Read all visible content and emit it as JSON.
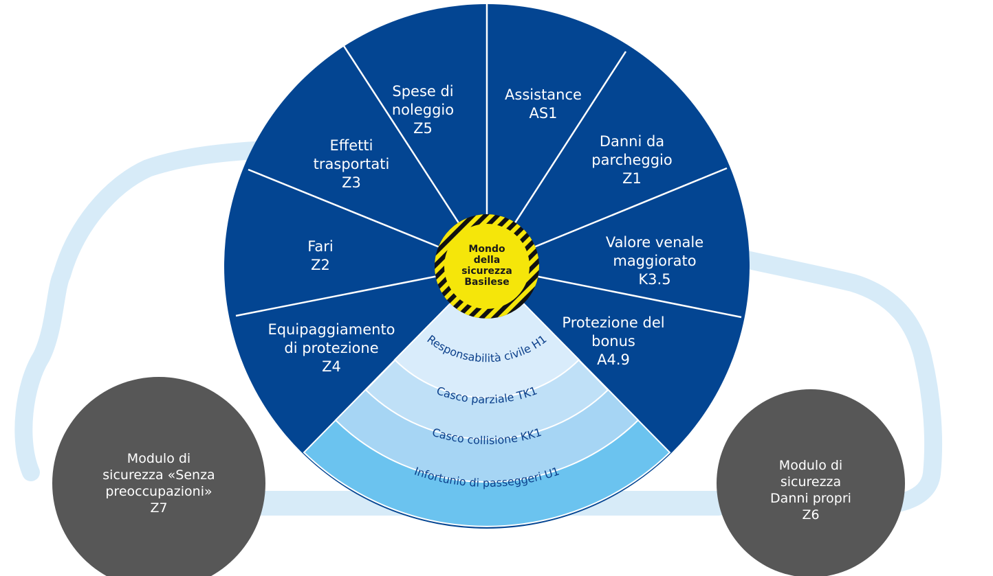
{
  "colors": {
    "segment": "#034592",
    "ring_1": "#d9ecfb",
    "ring_2": "#bfe0f7",
    "ring_3": "#a6d5f4",
    "ring_4": "#6bc3ef",
    "ring_text": "#0b3f8a",
    "car_outline": "#d7ebf8",
    "hub_yellow": "#f5e60a",
    "module": "#575757"
  },
  "segments": [
    {
      "lines": [
        "Assistance",
        "AS1"
      ]
    },
    {
      "lines": [
        "Danni da",
        "parcheggio",
        "Z1"
      ]
    },
    {
      "lines": [
        "Valore venale",
        "maggiorato",
        "K3.5"
      ]
    },
    {
      "lines": [
        "Protezione del",
        "bonus",
        "A4.9"
      ]
    },
    {
      "lines": [
        "Equipaggiamento",
        "di protezione",
        "Z4"
      ]
    },
    {
      "lines": [
        "Fari",
        "Z2"
      ]
    },
    {
      "lines": [
        "Effetti",
        "trasportati",
        "Z3"
      ]
    },
    {
      "lines": [
        "Spese di",
        "noleggio",
        "Z5"
      ]
    }
  ],
  "rings": [
    {
      "label": "Responsabilità civile H1"
    },
    {
      "label": "Casco parziale TK1"
    },
    {
      "label": "Casco collisione KK1"
    },
    {
      "label": "Infortunio di passeggeri U1"
    }
  ],
  "hub": {
    "lines": [
      "Mondo",
      "della",
      "sicurezza",
      "Basilese"
    ]
  },
  "modules": [
    {
      "lines": [
        "Modulo di",
        "sicurezza «Senza",
        "preoccupazioni»",
        "Z7"
      ]
    },
    {
      "lines": [
        "Modulo di",
        "sicurezza",
        "Danni propri",
        "Z6"
      ]
    }
  ]
}
